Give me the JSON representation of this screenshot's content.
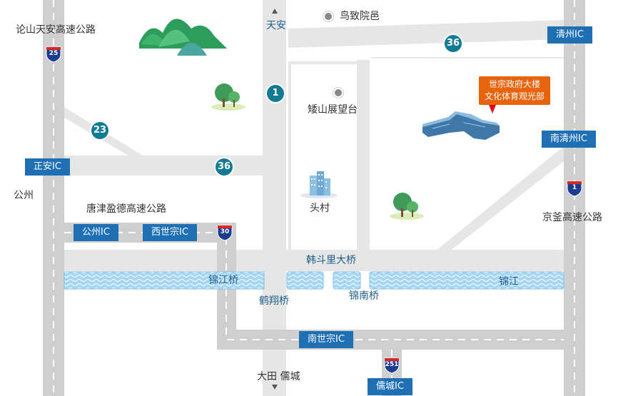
{
  "colors": {
    "ic_badge": "#1f6fb5",
    "route_circle": "#137a94",
    "river": "#9fd2f2",
    "road": "#e2e2e2",
    "highway": "#c9c9c9",
    "callout": "#e8640c",
    "interstate": "#1c3c8f"
  },
  "places": {
    "nonsan_cheonan_expressway": "论山天安高速公路",
    "cheonan": "天安",
    "chochiwon": "鸟致院邑",
    "dwarf_mountain_observatory": "矮山展望台",
    "gongju": "公州",
    "dangjin_yeongdeok_expressway": "唐津盈德高速公路",
    "dusheon": "头村",
    "gyeongbu_expressway": "京釜高速公路",
    "handuri_bridge": "韩斗里大桥",
    "geumgang_bridge": "锦江桥",
    "hakseong_bridge": "鹤翔桥",
    "geumnam_bridge": "锦南桥",
    "geum_river": "锦江",
    "daejeon_yuseong": "大田 儒城"
  },
  "interchanges": {
    "cheongju": "清州IC",
    "nam_cheongju": "南清州IC",
    "jeongan": "正安IC",
    "gongju": "公州IC",
    "seosejong": "西世宗IC",
    "namsejong": "南世宗IC",
    "yuseong": "儒城IC"
  },
  "routes": {
    "r36_top": "36",
    "r1": "1",
    "r23": "23",
    "r36_mid": "36"
  },
  "shields": {
    "i25": "25",
    "i1": "1",
    "i30": "30",
    "i251": "251"
  },
  "callout": {
    "line1": "世宗政府大楼",
    "line2": "文化体育观光部"
  },
  "icons": [
    "mountain-icon",
    "tree-icon",
    "building-icon",
    "ministry-building-icon",
    "location-dot-icon",
    "north-arrow-icon",
    "south-arrow-icon"
  ]
}
